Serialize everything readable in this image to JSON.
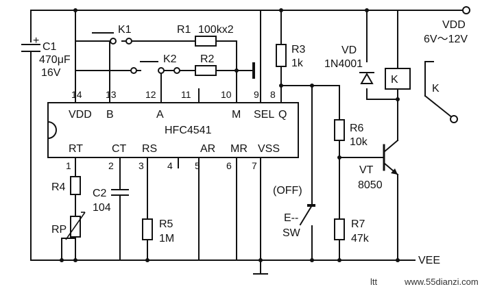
{
  "ic": {
    "name": "HFC4541",
    "top_pins": [
      {
        "num": "14",
        "label": "VDD"
      },
      {
        "num": "13",
        "label": "B"
      },
      {
        "num": "12",
        "label": "A"
      },
      {
        "num": "11",
        "label": ""
      },
      {
        "num": "10",
        "label": "M"
      },
      {
        "num": "9",
        "label": "SEL"
      },
      {
        "num": "8",
        "label": "Q"
      }
    ],
    "bottom_pins": [
      {
        "num": "1",
        "label": "RT"
      },
      {
        "num": "2",
        "label": "CT"
      },
      {
        "num": "3",
        "label": "RS"
      },
      {
        "num": "4",
        "label": ""
      },
      {
        "num": "5",
        "label": "AR"
      },
      {
        "num": "6",
        "label": "MR"
      },
      {
        "num": "7",
        "label": "VSS"
      }
    ]
  },
  "components": {
    "c1": {
      "name": "C1",
      "value": "470μF",
      "voltage": "16V",
      "polarity": "+"
    },
    "k1": {
      "name": "K1"
    },
    "k2": {
      "name": "K2"
    },
    "r1": {
      "name": "R1",
      "value": "100kx2"
    },
    "r2": {
      "name": "R2"
    },
    "r3": {
      "name": "R3",
      "value": "1k"
    },
    "vd": {
      "name": "VD",
      "value": "1N4001"
    },
    "relay": {
      "name": "K",
      "contact": "K"
    },
    "r6": {
      "name": "R6",
      "value": "10k"
    },
    "vt": {
      "name": "VT",
      "value": "8050"
    },
    "r7": {
      "name": "R7",
      "value": "47k"
    },
    "sw": {
      "name": "SW",
      "prefix": "E--",
      "state": "(OFF)"
    },
    "r4": {
      "name": "R4"
    },
    "rp": {
      "name": "RP"
    },
    "c2": {
      "name": "C2",
      "value": "104"
    },
    "r5": {
      "name": "R5",
      "value": "1M"
    }
  },
  "supply": {
    "vdd": "VDD",
    "range": "6V～12V",
    "vee": "VEE"
  },
  "watermark": {
    "left": "ltt",
    "site": "www.55dianzi.com"
  }
}
